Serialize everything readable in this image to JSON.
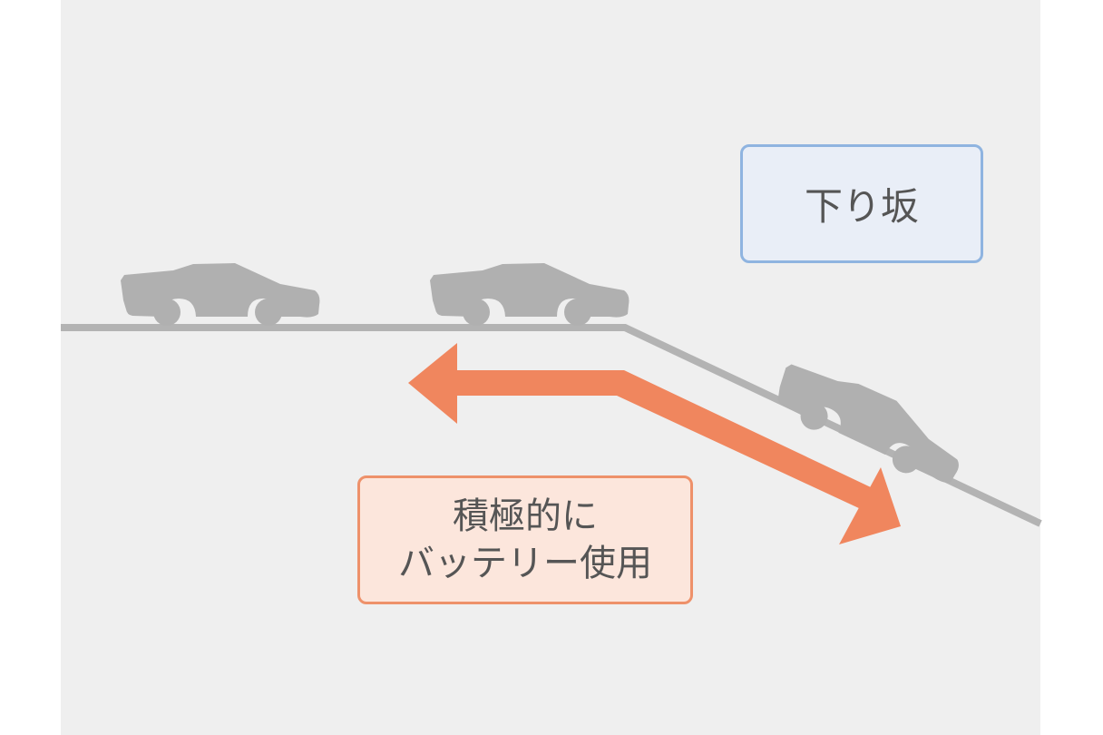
{
  "labels": {
    "slope": "下り坂",
    "battery_line1": "積極的に",
    "battery_line2": "バッテリー使用"
  },
  "colors": {
    "background": "#efefef",
    "road": "#b3b3b3",
    "car": "#b0b0b0",
    "arrow": "#f0865e",
    "slope_box_fill": "#e9eef7",
    "slope_box_border": "#8fb4e0",
    "battery_box_fill": "#fce6dc",
    "battery_box_border": "#ee916a"
  },
  "icons": {
    "car": "car-icon",
    "arrow": "double-headed-bent-arrow"
  }
}
